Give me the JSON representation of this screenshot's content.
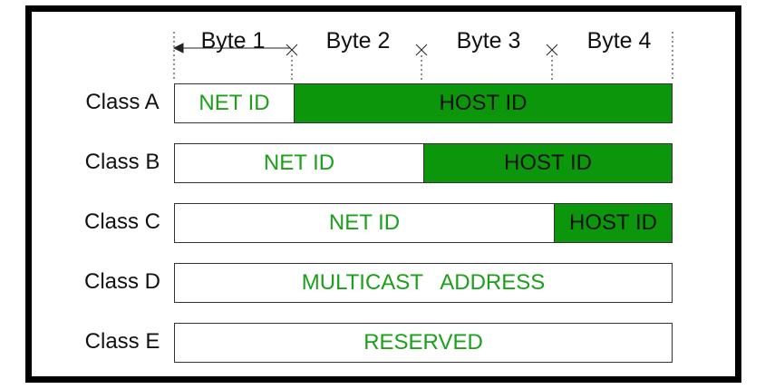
{
  "colors": {
    "green_text": "#1aa01a",
    "host_fill": "#0c960c",
    "host_text": "#111111"
  },
  "bytes": [
    "Byte 1",
    "Byte 2",
    "Byte 3",
    "Byte 4"
  ],
  "classes": [
    {
      "label": "Class A",
      "net": "NET ID",
      "host": "HOST ID",
      "net_bytes": 1
    },
    {
      "label": "Class B",
      "net": "NET ID",
      "host": "HOST ID",
      "net_bytes": 2
    },
    {
      "label": "Class C",
      "net": "NET ID",
      "host": "HOST ID",
      "net_bytes": 3
    },
    {
      "label": "Class D",
      "full": "MULTICAST   ADDRESS"
    },
    {
      "label": "Class E",
      "full": "RESERVED"
    }
  ]
}
